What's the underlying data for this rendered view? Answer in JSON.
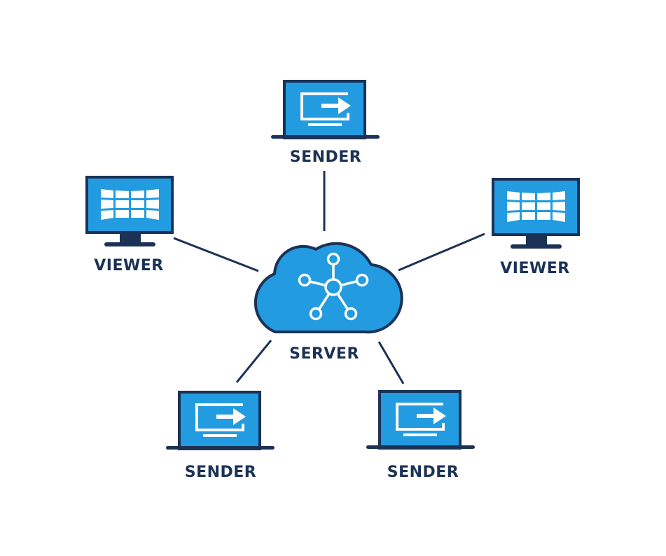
{
  "colors": {
    "primary_blue": "#229be0",
    "dark_navy": "#1b3256",
    "background": "#ffffff",
    "glyph_white": "#ffffff"
  },
  "nodes": {
    "sender_top": {
      "label": "SENDER",
      "device": "laptop",
      "screen_icon": "share-screen-arrow-icon"
    },
    "viewer_left": {
      "label": "VIEWER",
      "device": "monitor",
      "screen_icon": "video-wall-grid-icon"
    },
    "viewer_right": {
      "label": "VIEWER",
      "device": "monitor",
      "screen_icon": "video-wall-grid-icon"
    },
    "server": {
      "label": "SERVER",
      "device": "cloud",
      "icon": "network-hub-icon"
    },
    "sender_bottom_left": {
      "label": "SENDER",
      "device": "laptop",
      "screen_icon": "share-screen-arrow-icon"
    },
    "sender_bottom_right": {
      "label": "SENDER",
      "device": "laptop",
      "screen_icon": "share-screen-arrow-icon"
    }
  },
  "connections": [
    {
      "from": "sender_top",
      "to": "server"
    },
    {
      "from": "viewer_left",
      "to": "server"
    },
    {
      "from": "viewer_right",
      "to": "server"
    },
    {
      "from": "sender_bottom_left",
      "to": "server"
    },
    {
      "from": "sender_bottom_right",
      "to": "server"
    }
  ]
}
